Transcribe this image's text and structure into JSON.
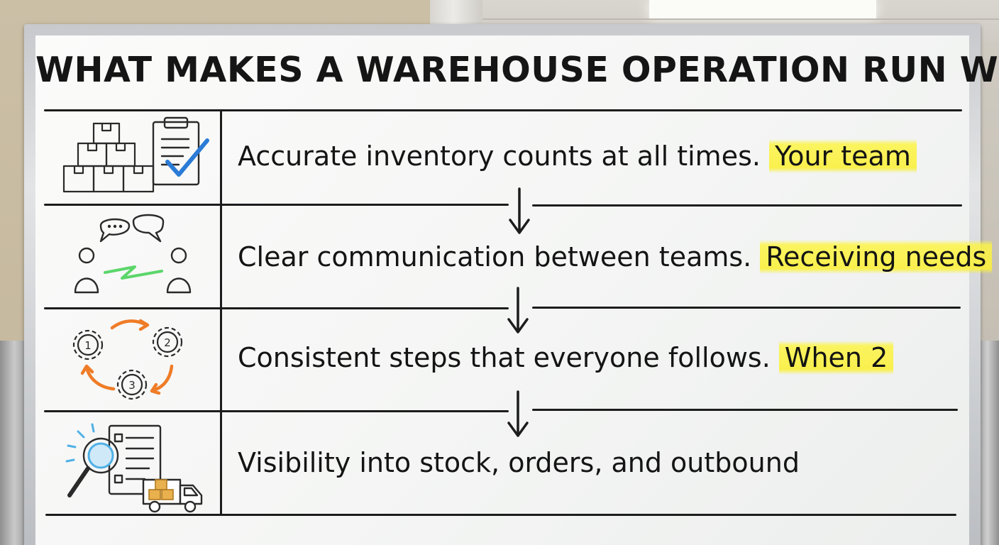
{
  "board": {
    "title": "WHAT MAKES A WAREHOUSE OPERATION RUN WELL",
    "rows": [
      {
        "main": "Accurate inventory counts at all times.",
        "highlight": "Your team"
      },
      {
        "main": "Clear communication between teams.",
        "highlight": "Receiving needs"
      },
      {
        "main": "Consistent steps that everyone follows.",
        "highlight": "When 2"
      },
      {
        "main": "Visibility into stock, orders, and outbound",
        "highlight": ""
      }
    ],
    "gear_numbers": [
      "1",
      "2",
      "3"
    ]
  },
  "colors": {
    "marker": "#1c1c1c",
    "highlight": "#f8ee4a",
    "check_blue": "#2a7bd6",
    "connector_green": "#5cd66a",
    "arrow_orange": "#ef7c27",
    "accent_blue": "#4fb0e6",
    "box_tan": "#e9b04e"
  },
  "icons": [
    "stacked-boxes-icon",
    "clipboard-checklist-icon",
    "two-people-chat-icon",
    "numbered-gears-cycle-icon",
    "magnifier-document-icon",
    "delivery-truck-icon"
  ]
}
